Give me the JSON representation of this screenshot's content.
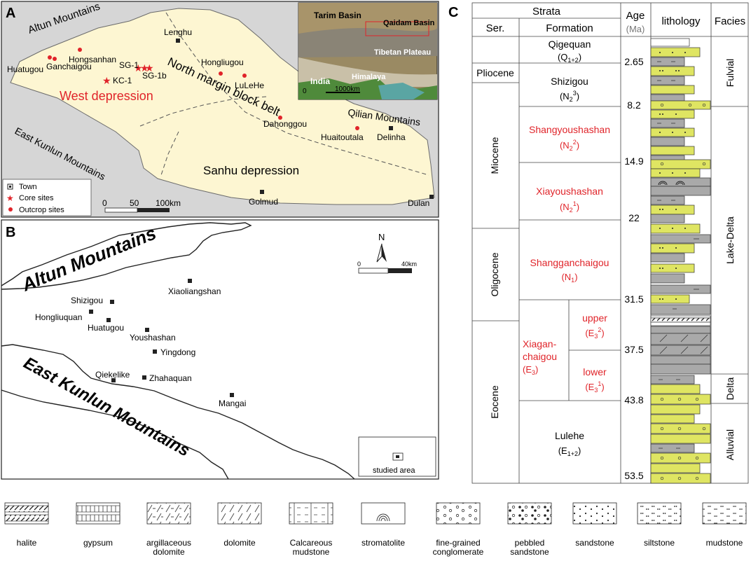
{
  "colors": {
    "basin_fill": "#fdf6d2",
    "land_gray": "#d6d6d6",
    "red": "#e0242a",
    "sand": "#dfe562",
    "gray_litho": "#a9a9a9",
    "line": "#222222"
  },
  "panel_a": {
    "letter": "A",
    "mountains": [
      "Altun Mountains",
      "Qilian Mountains",
      "East Kunlun Mountains"
    ],
    "regions": [
      "West depression",
      "North margin block belt",
      "Sanhu depression"
    ],
    "towns": [
      "Lenghu",
      "Dahonggou",
      "Delinha",
      "Golmud",
      "Dulan"
    ],
    "outcrops": [
      "Hongsanhan",
      "Huatugou",
      "Ganchaigou",
      "Hongliugou",
      "LuLeHe",
      "Huaitoutala"
    ],
    "cores": [
      "SG-1",
      "SG-1b",
      "KC-1"
    ],
    "legend": {
      "town": "Town",
      "core": "Core sites",
      "outcrop": "Outcrop sites"
    },
    "scale": {
      "zero": "0",
      "mid": "50",
      "end": "100km"
    },
    "inset": {
      "labels": [
        "Tarim Basin",
        "Qaidam Basin",
        "Tibetan Plateau",
        "Himalaya",
        "India"
      ],
      "scale_zero": "0",
      "scale_end": "1000km"
    }
  },
  "panel_b": {
    "letter": "B",
    "mountains": [
      "Altun Mountains",
      "East Kunlun Mountains"
    ],
    "towns": [
      "Xiaoliangshan",
      "Shizigou",
      "Hongliuquan",
      "Huatugou",
      "Youshashan",
      "Yingdong",
      "Qiekelike",
      "Zhahaquan",
      "Mangai"
    ],
    "north": "N",
    "scale": {
      "zero": "0",
      "end": "40km"
    },
    "legend_label": "studied area"
  },
  "panel_c": {
    "letter": "C",
    "headers": {
      "strata": "Strata",
      "series": "Ser.",
      "formation": "Formation",
      "age": "Age",
      "age_unit": "(Ma)",
      "lithology": "lithology",
      "facies": "Facies"
    },
    "series": [
      "Pliocene",
      "Miocene",
      "Oligocene",
      "Eocene"
    ],
    "formations": [
      {
        "name": "Qigequan",
        "code": "(Q",
        "sub": "1+2",
        "code_end": ")",
        "color": "#222222"
      },
      {
        "name": "Shizigou",
        "code": "(N",
        "sub": "2",
        "sup": "3",
        "code_end": ")",
        "color": "#222222"
      },
      {
        "name": "Shangyoushashan",
        "code": "(N",
        "sub": "2",
        "sup": "2",
        "code_end": ")",
        "color": "#e0242a"
      },
      {
        "name": "Xiayoushashan",
        "code": "(N",
        "sub": "2",
        "sup": "1",
        "code_end": ")",
        "color": "#e0242a"
      },
      {
        "name": "Shangganchaigou",
        "code": "(N",
        "sub": "1",
        "code_end": ")",
        "color": "#e0242a"
      },
      {
        "name": "Lulehe",
        "code": "(E",
        "sub": "1+2",
        "code_end": ")",
        "color": "#222222"
      }
    ],
    "xiaganchaigou": {
      "line1": "Xiagan-",
      "line2": "chaigou",
      "code": "(E",
      "sub": "3",
      "code_end": ")"
    },
    "members": [
      {
        "name": "upper",
        "code": "(E",
        "sub": "3",
        "sup": "2",
        "code_end": ")"
      },
      {
        "name": "lower",
        "code": "(E",
        "sub": "3",
        "sup": "1",
        "code_end": ")"
      }
    ],
    "ages": [
      "2.65",
      "8.2",
      "14.9",
      "22",
      "31.5",
      "37.5",
      "43.8",
      "53.5"
    ],
    "facies": [
      "Fulvial",
      "Lake-Delta",
      "Delta",
      "Alluvial"
    ]
  },
  "lithology_legend": [
    "halite",
    "gypsum",
    "argillaceous dolomite",
    "dolomite",
    "Calcareous mudstone",
    "stromatolite",
    "fine-grained conglomerate",
    "pebbled sandstone",
    "sandstone",
    "siltstone",
    "mudstone"
  ]
}
